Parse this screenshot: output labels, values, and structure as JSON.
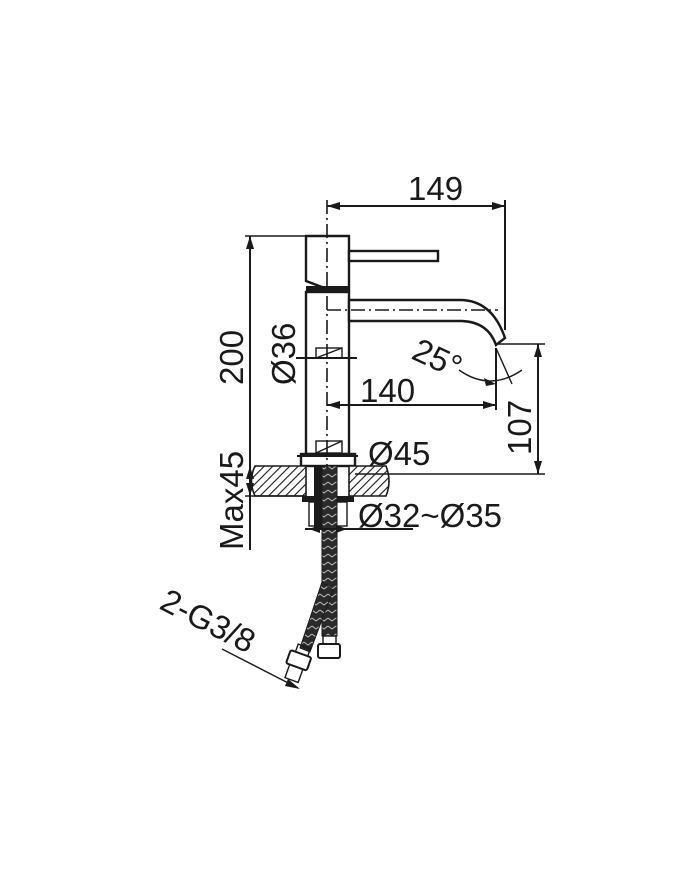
{
  "drawing": {
    "subject": "Single-lever basin mixer dimension drawing",
    "units": "mm",
    "line_color": "#1a1a1a",
    "background": "#ffffff",
    "dimensions": {
      "spout_reach_total": "149",
      "overall_height": "200",
      "body_diameter": "Ø36",
      "spout_angle": "25°",
      "spout_reach_center": "140",
      "spout_outlet_height": "107",
      "base_diameter": "Ø45",
      "max_deck_thickness": "Max45",
      "mounting_hole": "Ø32~Ø35",
      "supply_hoses": "2-G3/8"
    }
  }
}
